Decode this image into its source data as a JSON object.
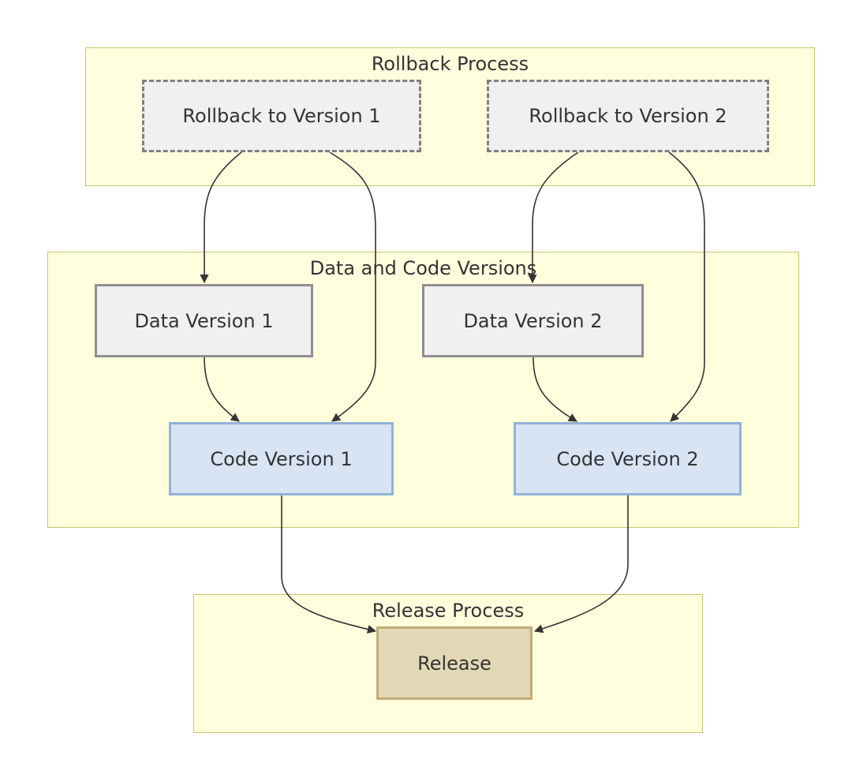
{
  "clusters": {
    "rollback": {
      "title": "Rollback Process"
    },
    "versions": {
      "title": "Data and Code Versions"
    },
    "release": {
      "title": "Release Process"
    }
  },
  "nodes": {
    "rollback_v1": "Rollback to Version 1",
    "rollback_v2": "Rollback to Version 2",
    "data_v1": "Data Version 1",
    "data_v2": "Data Version 2",
    "code_v1": "Code Version 1",
    "code_v2": "Code Version 2",
    "release": "Release"
  },
  "edges": [
    {
      "from": "rollback_v1",
      "to": "data_v1"
    },
    {
      "from": "rollback_v1",
      "to": "code_v1"
    },
    {
      "from": "rollback_v2",
      "to": "data_v2"
    },
    {
      "from": "rollback_v2",
      "to": "code_v2"
    },
    {
      "from": "data_v1",
      "to": "code_v1"
    },
    {
      "from": "data_v2",
      "to": "code_v2"
    },
    {
      "from": "code_v1",
      "to": "release"
    },
    {
      "from": "code_v2",
      "to": "release"
    }
  ],
  "colors": {
    "cluster_fill": "#ffffde",
    "cluster_stroke": "#c3c96a",
    "edge": "#333333",
    "rollback_fill": "#f0f0f0",
    "code_fill": "#d8e4f4",
    "release_fill": "#e2d8b6"
  }
}
